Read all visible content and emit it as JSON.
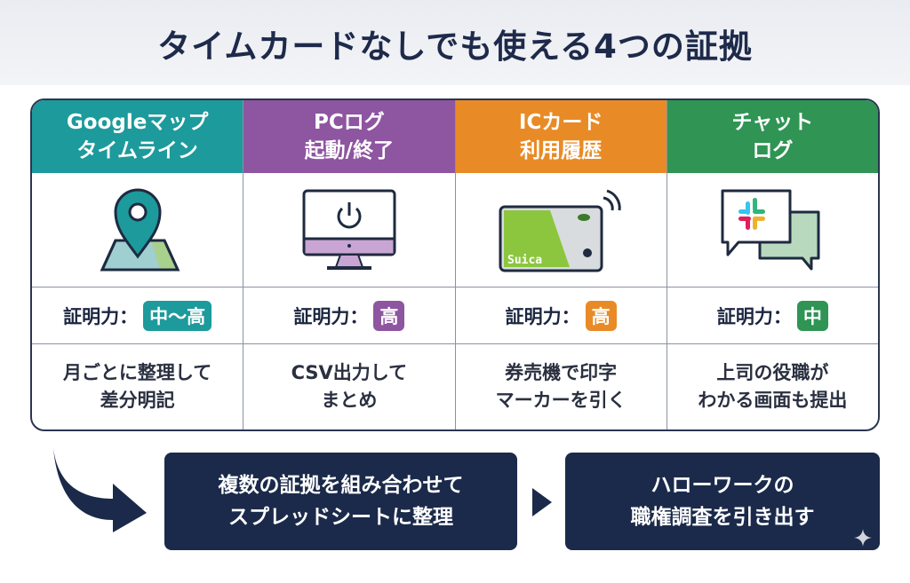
{
  "title": "タイムカードなしでも使える4つの証拠",
  "columns": [
    {
      "header_line1": "Googleマップ",
      "header_line2": "タイムライン",
      "color": "#1d9a9b",
      "icon": "map-pin-icon",
      "rating_label": "証明力：",
      "rating": "中〜高",
      "note_line1": "月ごとに整理して",
      "note_line2": "差分明記"
    },
    {
      "header_line1": "PCログ",
      "header_line2": "起動/終了",
      "color": "#8e55a0",
      "icon": "monitor-power-icon",
      "rating_label": "証明力：",
      "rating": "高",
      "note_line1": "CSV出力して",
      "note_line2": "まとめ"
    },
    {
      "header_line1": "ICカード",
      "header_line2": "利用履歴",
      "color": "#e88b26",
      "icon": "ic-card-icon",
      "card_text": "Suica",
      "rating_label": "証明力：",
      "rating": "高",
      "note_line1": "券売機で印字",
      "note_line2": "マーカーを引く"
    },
    {
      "header_line1": "チャット",
      "header_line2": "ログ",
      "color": "#2f9454",
      "icon": "chat-bubbles-icon",
      "rating_label": "証明力：",
      "rating": "中",
      "note_line1": "上司の役職が",
      "note_line2": "わかる画面も提出"
    }
  ],
  "flow": {
    "step1_line1": "複数の証拠を組み合わせて",
    "step1_line2": "スプレッドシートに整理",
    "step2_line1": "ハローワークの",
    "step2_line2": "職権調査を引き出す"
  }
}
